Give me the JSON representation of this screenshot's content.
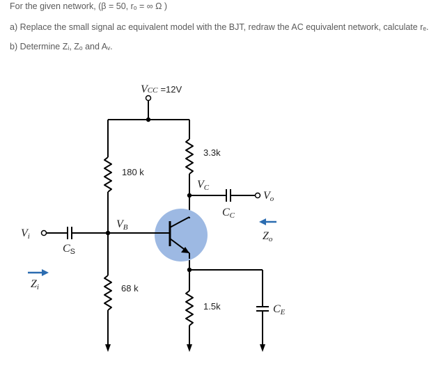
{
  "question": {
    "given": "For the given network, (β = 50, rₒ = ∞ Ω )",
    "part_a": "a) Replace the small signal ac equivalent model with the BJT, redraw the AC equivalent network, calculate rₑ.",
    "part_b": "b) Determine Zᵢ, Zₒ and Aᵥ."
  },
  "circuit": {
    "vcc_label": "V",
    "vcc_sub": "CC",
    "vcc_value": "=12V",
    "r_collector": "3.3k",
    "r_bias_top": "180 k",
    "r_bias_bottom": "68 k",
    "r_emitter": "1.5k",
    "vc_label": "V",
    "vc_sub": "C",
    "vb_label": "V",
    "vb_sub": "B",
    "cc_label": "C",
    "cc_sub": "C",
    "cs_label": "C",
    "cs_sub": "S",
    "ce_label": "C",
    "ce_sub": "E",
    "vi_label": "V",
    "vi_sub": "i",
    "vo_label": "V",
    "vo_sub": "o",
    "zi_label": "Z",
    "zi_sub": "i",
    "zo_label": "Z",
    "zo_sub": "o",
    "wire_color": "#000000",
    "transistor_fill": "#9db9e3",
    "arrow_color": "#2b6cb0"
  }
}
